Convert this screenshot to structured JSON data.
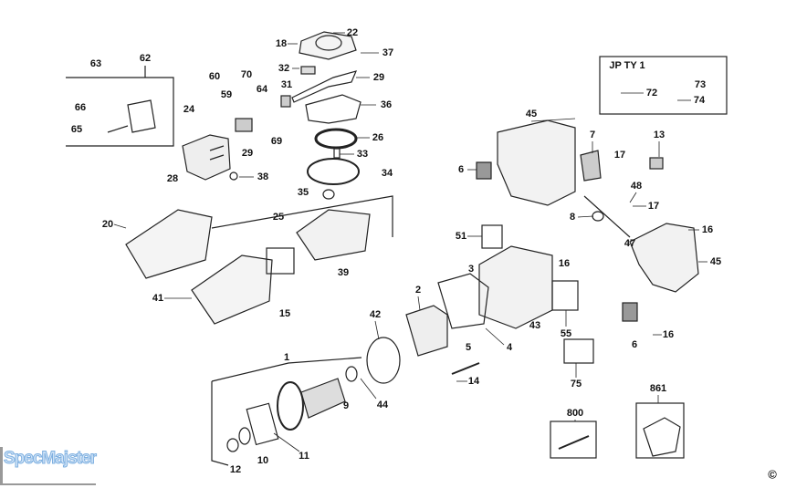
{
  "diagram": {
    "kit_box_title": "JP TY 1",
    "watermark": "SpecMajster",
    "copyright": "©",
    "labels": [
      "22",
      "18",
      "37",
      "63",
      "62",
      "32",
      "29",
      "60",
      "70",
      "59",
      "64",
      "31",
      "36",
      "66",
      "24",
      "65",
      "29",
      "69",
      "26",
      "33",
      "28",
      "38",
      "34",
      "35",
      "73",
      "72",
      "74",
      "45",
      "7",
      "13",
      "17",
      "6",
      "48",
      "17",
      "8",
      "16",
      "25",
      "20",
      "51",
      "47",
      "3",
      "16",
      "45",
      "39",
      "41",
      "15",
      "2",
      "42",
      "55",
      "43",
      "4",
      "1",
      "5",
      "6",
      "16",
      "9",
      "44",
      "14",
      "75",
      "800",
      "861",
      "11",
      "10",
      "12"
    ]
  }
}
